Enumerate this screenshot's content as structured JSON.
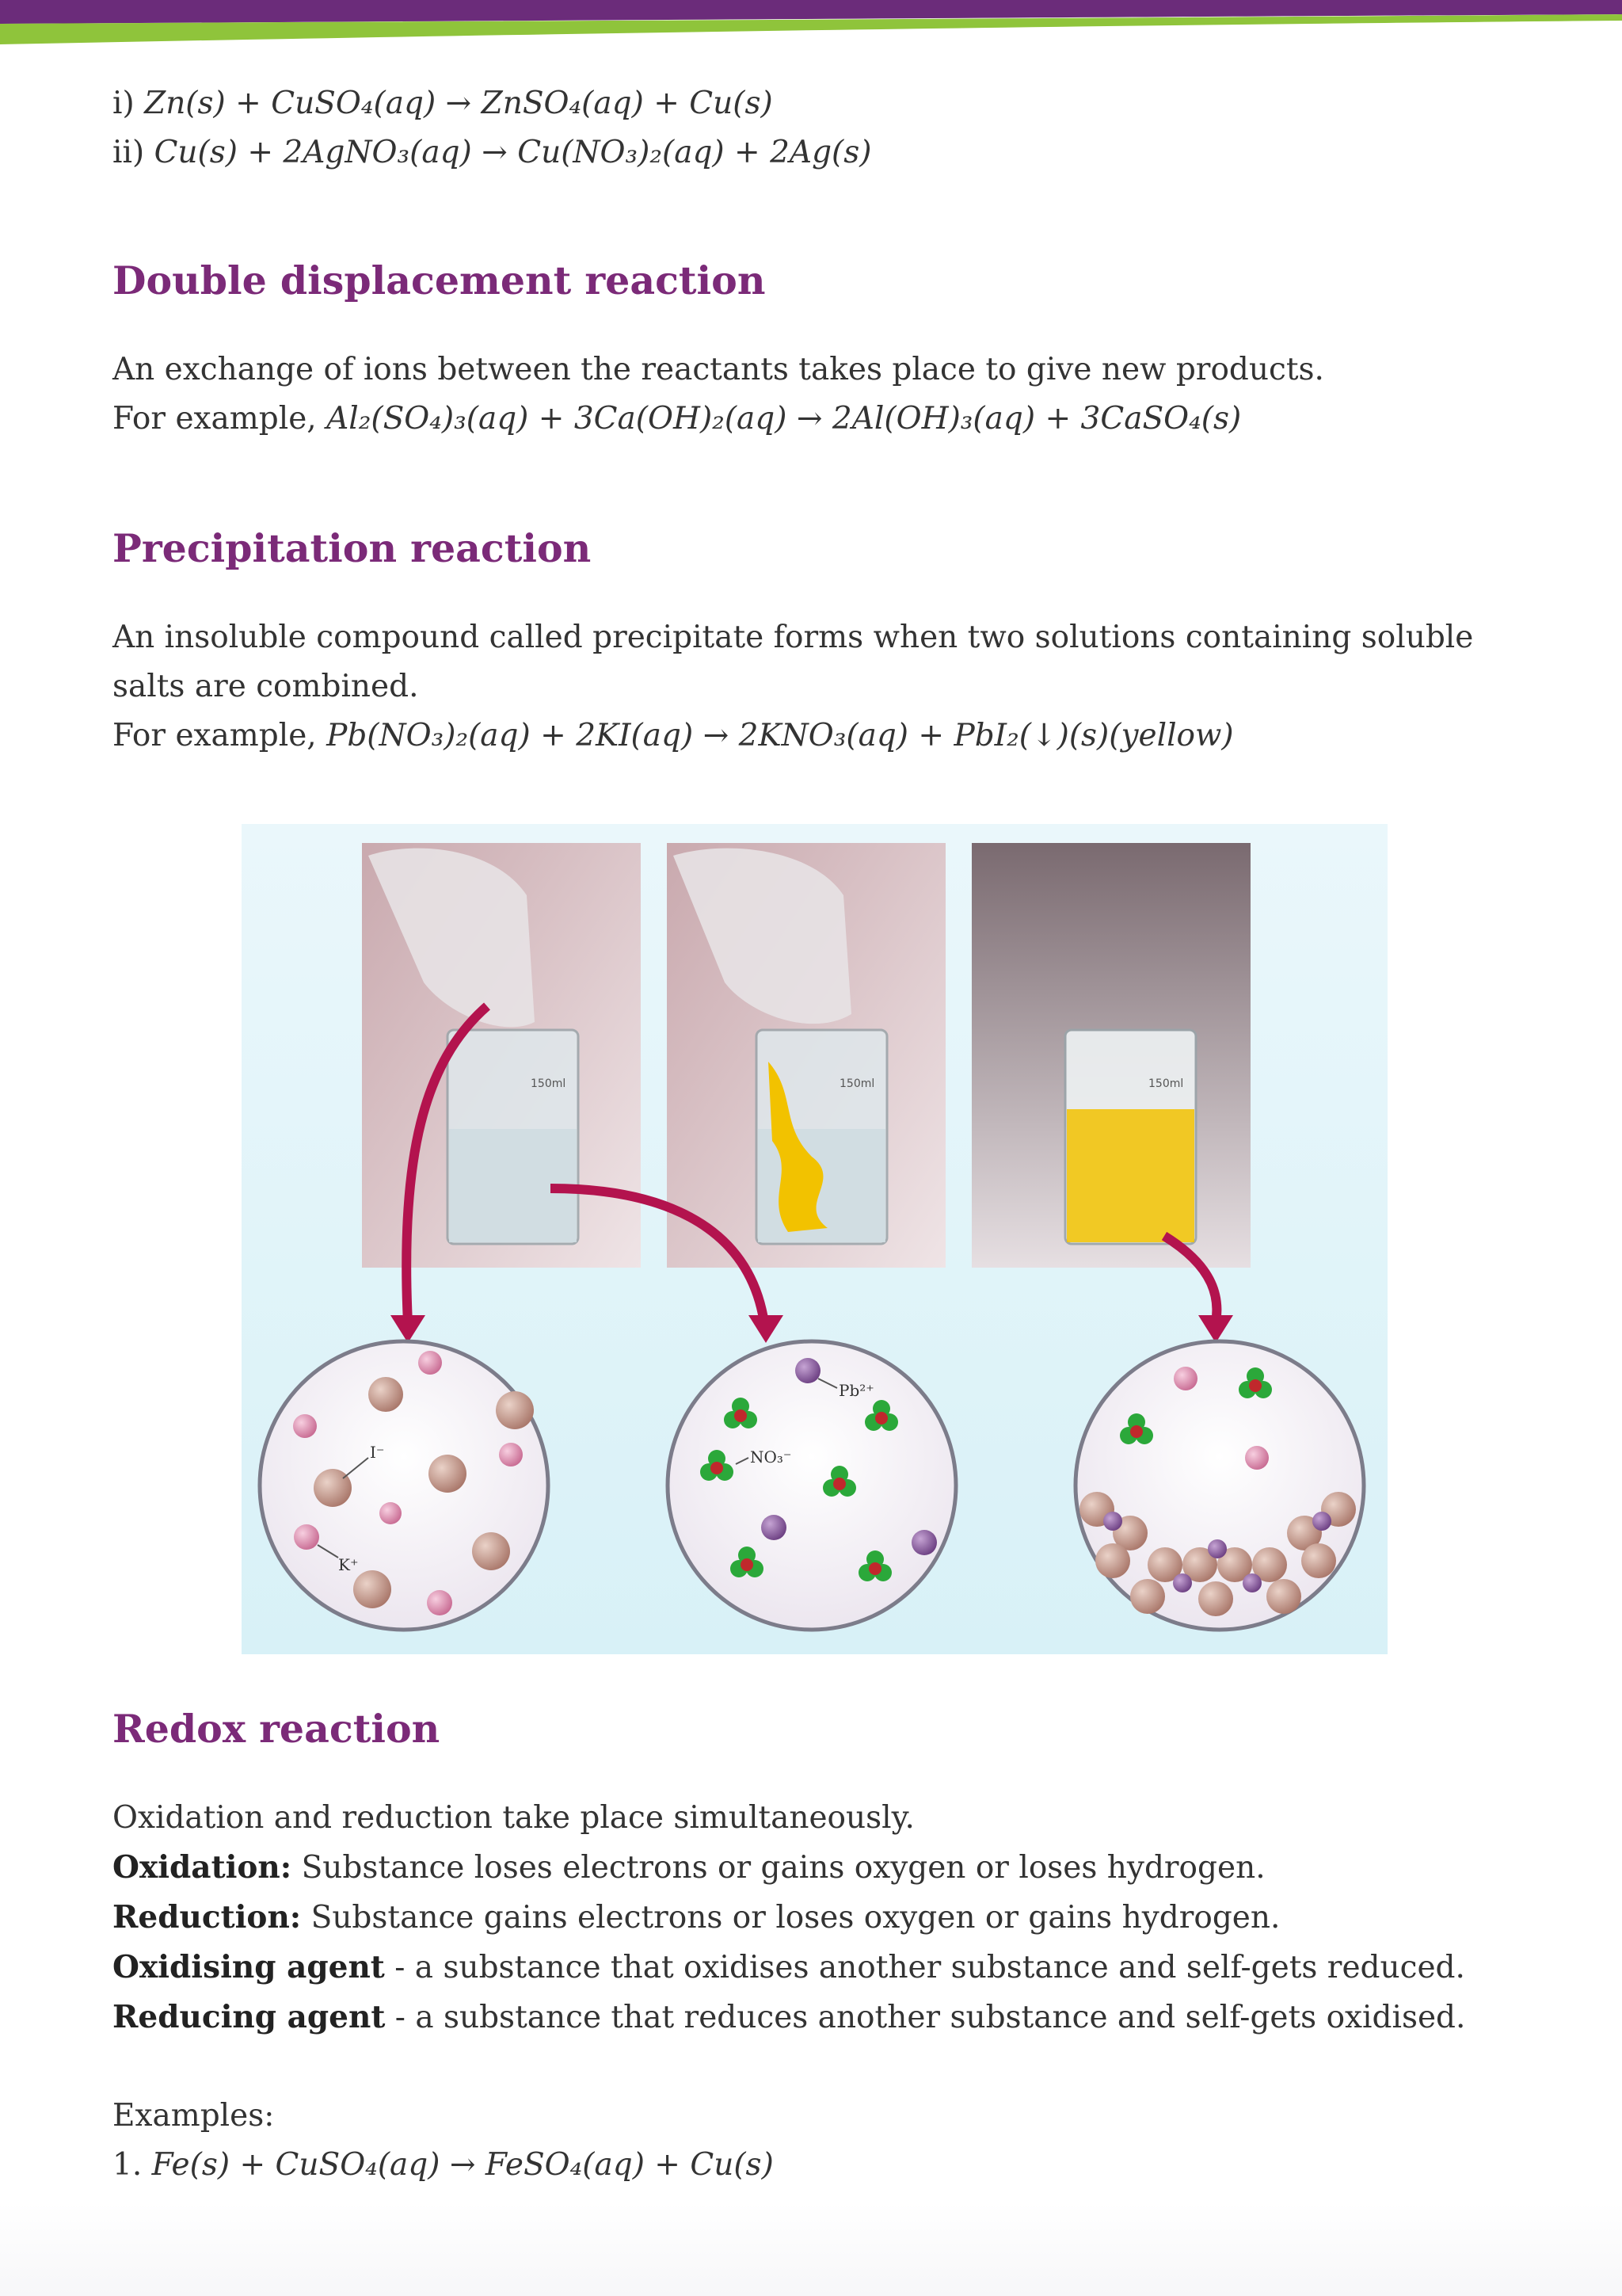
{
  "top_lines": [
    {
      "prefix": "i) ",
      "math": "Zn(s) + CuSO₄(aq) → ZnSO₄(aq) + Cu(s)"
    },
    {
      "prefix": "ii) ",
      "math": "Cu(s) + 2AgNO₃(aq) → Cu(NO₃)₂(aq) + 2Ag(s)"
    }
  ],
  "double": {
    "heading": "Double displacement reaction",
    "text": "An exchange of ions between the reactants takes place to give new products.",
    "example_prefix": "For example, ",
    "example_math": "Al₂(SO₄)₃(aq) + 3Ca(OH)₂(aq) → 2Al(OH)₃(aq) + 3CaSO₄(s)"
  },
  "precip": {
    "heading": "Precipitation reaction",
    "text": "An insoluble compound called precipitate forms when two solutions containing soluble salts are combined.",
    "example_prefix": "For example, ",
    "example_math": "Pb(NO₃)₂(aq) + 2KI(aq) → 2KNO₃(aq) + PbI₂(↓)(s)(yellow)"
  },
  "figure": {
    "beaker_label": "150ml",
    "ion_labels": {
      "iodide": "I⁻",
      "potassium": "K⁺",
      "lead": "Pb²⁺",
      "nitrate": "NO₃⁻"
    },
    "colors": {
      "arrow": "#b3134e",
      "iodide": "#c49a8c",
      "potassium": "#d98aa8",
      "lead": "#8e5fa0",
      "nitrate_o": "#2ba83a",
      "nitrate_n": "#c0282c",
      "precipitate": "#f2c200"
    }
  },
  "redox": {
    "heading": "Redox reaction",
    "intro": "Oxidation and reduction take place simultaneously.",
    "defs": [
      {
        "term": "Oxidation:",
        "text": " Substance loses electrons or gains oxygen or loses hydrogen."
      },
      {
        "term": "Reduction:",
        "text": " Substance gains electrons or loses oxygen or gains hydrogen."
      },
      {
        "term": "Oxidising agent",
        "text": " - a substance that oxidises another substance and self-gets reduced."
      },
      {
        "term": "Reducing agent",
        "text": " - a substance that reduces another substance and self-gets oxidised."
      }
    ],
    "examples_label": "Examples:",
    "example1_prefix": "1. ",
    "example1_math": "Fe(s) + CuSO₄(aq) → FeSO₄(aq) + Cu(s)"
  },
  "theme": {
    "purple": "#6b2c7a",
    "green": "#8fc43b",
    "heading": "#7b2a78"
  }
}
